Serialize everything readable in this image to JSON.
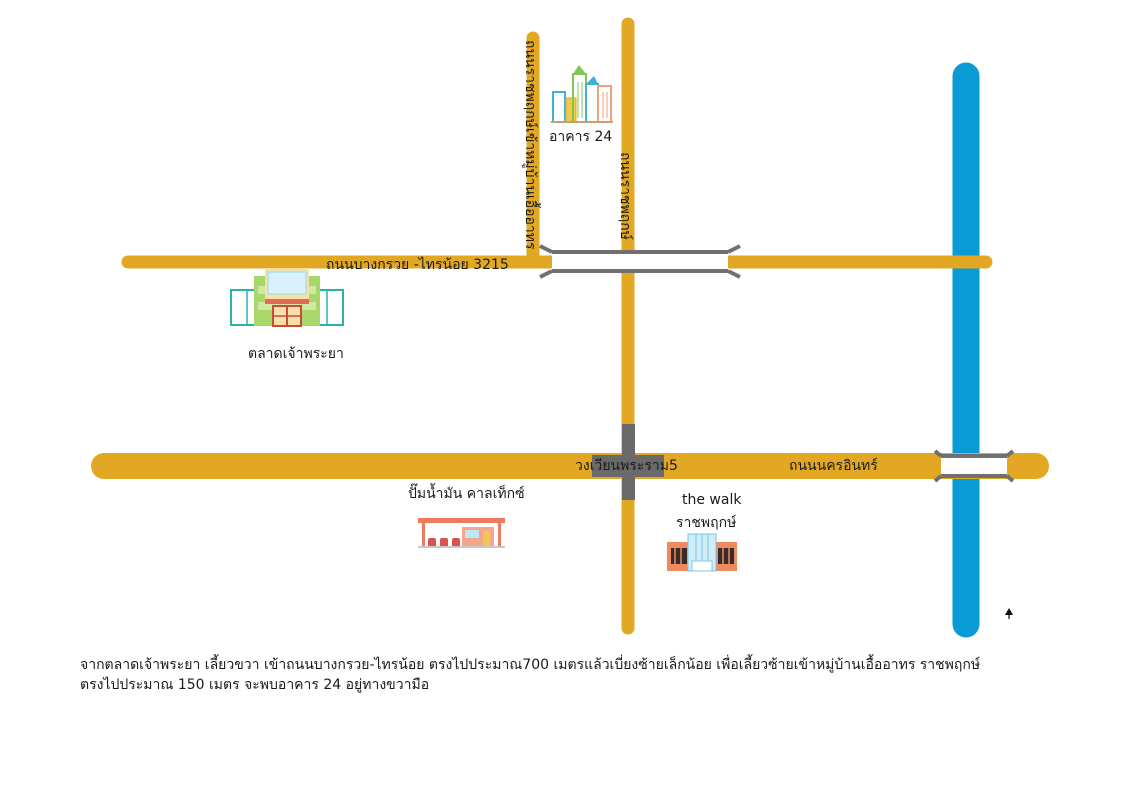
{
  "roads": {
    "bangkruai_sainoi": "ถนนบางกรวย -ไทรน้อย 3215",
    "rachaphruek_top": "ถนนราชพฤกษ์",
    "rachaphruek_left": "ถนนราชพฤกษ์เข้าหมู่บ้านเอื้ออาทร",
    "nakhon_in": "ถนนนครอินทร์",
    "circle_rama5": "วงเวียนพระราม5"
  },
  "places": {
    "building_24": "อาคาร 24",
    "chaophraya_market": "ตลาดเจ้าพระยา",
    "gas_station": "ปั๊มน้ำมัน คาลเท็กซ์",
    "the_walk_line1": "the walk",
    "the_walk_line2": "ราชพฤกษ์"
  },
  "description": {
    "line1": "จากตลาดเจ้าพระยา เลี้ยวขวา เข้าถนนบางกรวย-ไทรน้อย ตรงไปประมาณ700 เมตรแล้วเบี่ยงซ้ายเล็กน้อย เพื่อเลี้ยวซ้ายเข้าหมู่บ้านเอื้ออาทร ราชพฤกษ์",
    "line2": "ตรงไปประมาณ 150 เมตร จะพบอาคาร 24 อยู่ทางขวามือ"
  },
  "colors": {
    "road": "#e2a823",
    "river": "#0a9ad4",
    "bridge": "#707070",
    "intersection": "#6a6a6a"
  },
  "icons": {
    "north": "north-arrow-icon",
    "building": "office-building-icon",
    "market": "market-building-icon",
    "gas": "gas-station-icon",
    "mall": "shopping-mall-icon"
  }
}
